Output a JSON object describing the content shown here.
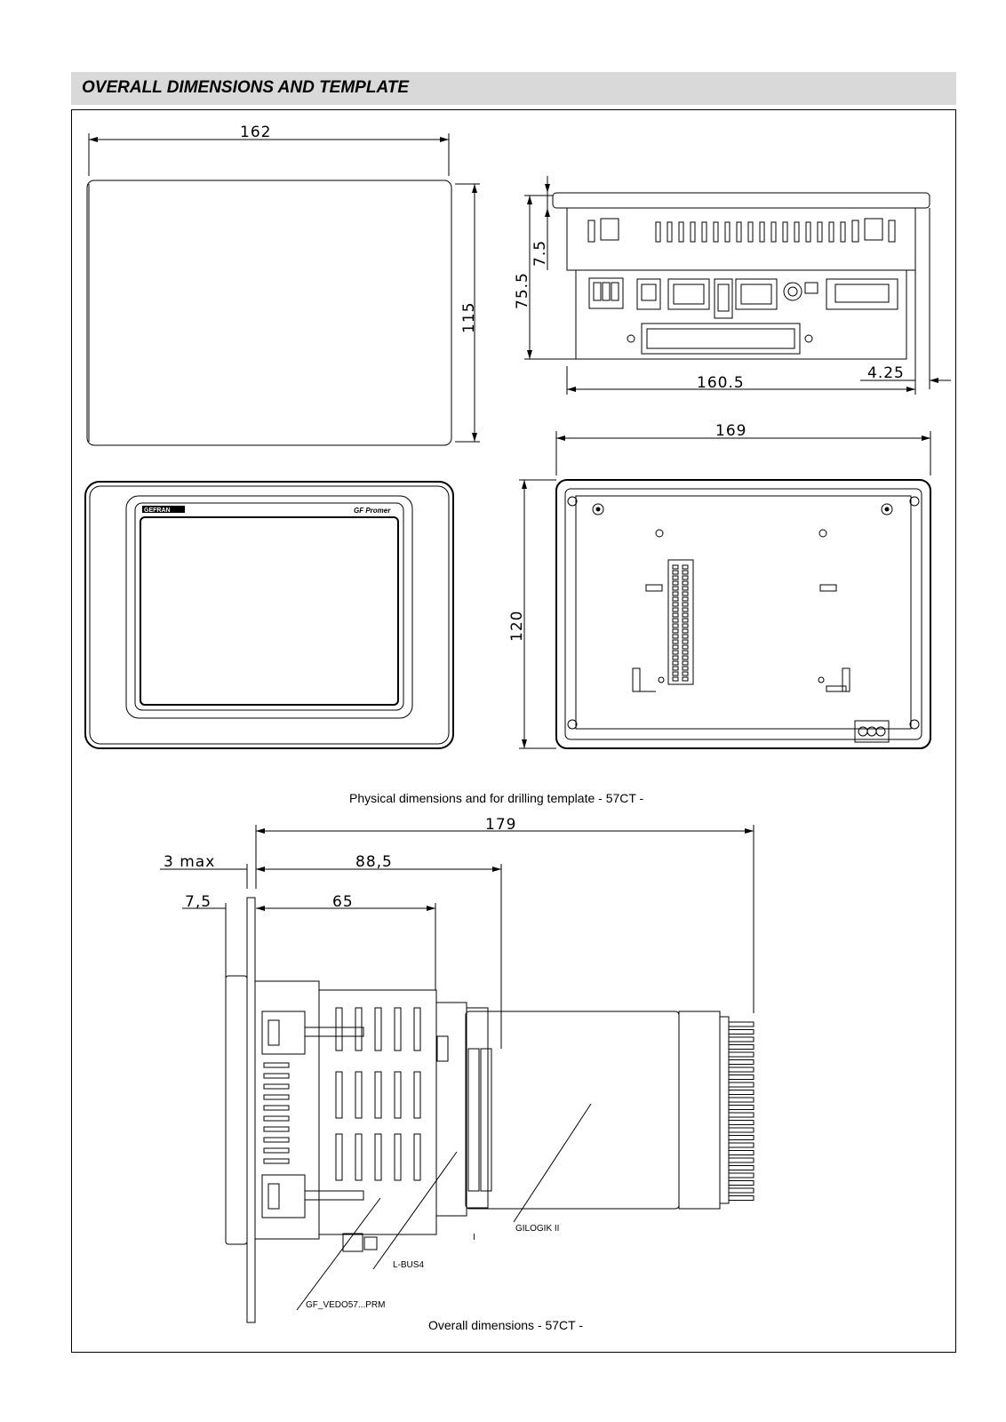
{
  "header": {
    "title": "OVERALL DIMENSIONS AND TEMPLATE"
  },
  "dimensions": {
    "front_width": "162",
    "front_height": "115",
    "top_depth": "75.5",
    "top_flange": "7.5",
    "top_width": "160.5",
    "top_offset": "4.25",
    "back_width": "169",
    "back_height": "120",
    "side_total": "179",
    "side_mid": "88,5",
    "side_inner": "65",
    "side_max": "3 max",
    "side_flange": "7,5"
  },
  "front_panel": {
    "brand": "GEFRAN",
    "model": "GF Promer"
  },
  "captions": {
    "physical": "Physical dimensions and for drilling template   - 57CT -",
    "overall": "Overall dimensions  - 57CT -"
  },
  "labels": {
    "gilogik": "GILOGIK II",
    "lbus": "L-BUS4",
    "vedo": "GF_VEDO57...PRM",
    "marker": "I"
  }
}
